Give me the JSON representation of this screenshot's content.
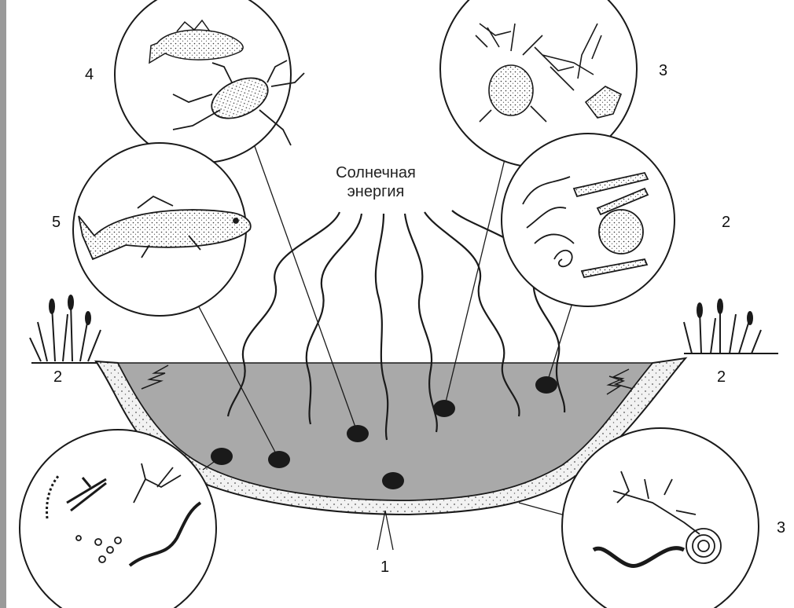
{
  "title": {
    "line1": "Солнечная",
    "line2": "энергия"
  },
  "labels": {
    "bottom_sediment": "1",
    "shore_left": "2",
    "shore_right": "2",
    "producers_circle": "2",
    "zooplankton_circle": "3",
    "benthos_circle": "3",
    "consumers_circle": "4",
    "fish_circle": "5"
  },
  "colors": {
    "water": "#a9a9a9",
    "sediment": "#f2f2f2",
    "line": "#1a1a1a",
    "dot": "#1a1a1a"
  }
}
